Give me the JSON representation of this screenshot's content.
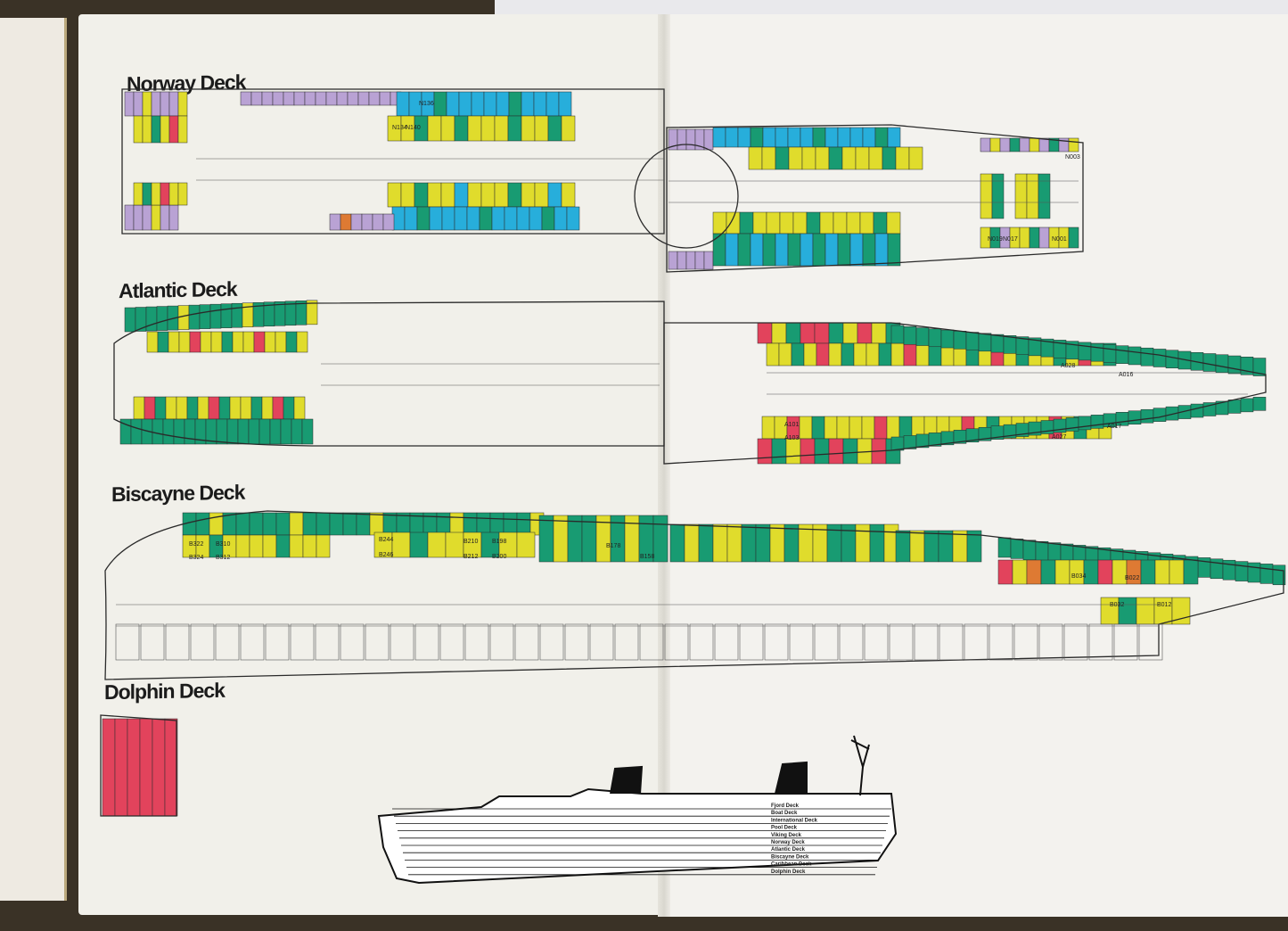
{
  "decks": {
    "norway": {
      "title": "Norway Deck",
      "cabins": [
        "N140",
        "N136",
        "N134",
        "N001",
        "N003",
        "N019",
        "N017"
      ]
    },
    "atlantic": {
      "title": "Atlantic Deck",
      "cabins": [
        "A103",
        "A101",
        "A027",
        "A017",
        "A028",
        "A016"
      ]
    },
    "biscayne": {
      "title": "Biscayne Deck",
      "cabins": [
        "B322",
        "B324",
        "B310",
        "B312",
        "B244",
        "B246",
        "B210",
        "B212",
        "B198",
        "B200",
        "B178",
        "B158",
        "B034",
        "B022",
        "B032",
        "B012"
      ]
    },
    "dolphin": {
      "title": "Dolphin Deck"
    }
  },
  "profile": {
    "deck_labels": [
      "Fjord Deck",
      "Boat Deck",
      "International Deck",
      "Pool Deck",
      "Viking Deck",
      "Norway Deck",
      "Atlantic Deck",
      "Biscayne Deck",
      "Caribbean Deck",
      "Dolphin Deck"
    ]
  },
  "colors": {
    "purple": "#b9a2d4",
    "cyan": "#27aedb",
    "yellow": "#e0dc2c",
    "green": "#189b72",
    "red": "#e2435c",
    "orange": "#de7a33",
    "line": "#2a2a2a"
  }
}
